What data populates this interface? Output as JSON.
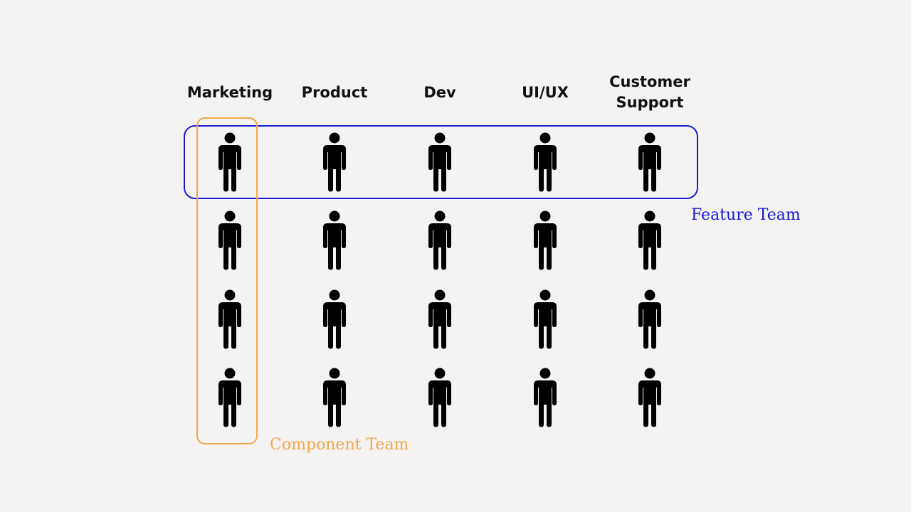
{
  "columns": [
    {
      "label": "Marketing"
    },
    {
      "label": "Product"
    },
    {
      "label": "Dev"
    },
    {
      "label": "UI/UX"
    },
    {
      "label": "Customer\nSupport"
    }
  ],
  "rows": 4,
  "person_icon": "person-icon",
  "groups": {
    "feature_team": {
      "label": "Feature Team",
      "color": "#1a1ad6"
    },
    "component_team": {
      "label": "Component Team",
      "color": "#f0a84a"
    }
  },
  "colors": {
    "background": "#f4f3f1",
    "person": "#000000",
    "text": "#111111"
  }
}
